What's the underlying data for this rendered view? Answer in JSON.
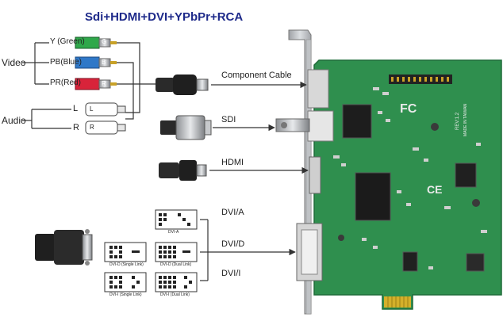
{
  "title": "Sdi+HDMI+DVI+YPbPr+RCA",
  "groups": {
    "video": "Video",
    "audio": "Audio"
  },
  "component_channels": [
    {
      "label": "Y (Green)",
      "color": "#2fa84a",
      "plug_letter": "G"
    },
    {
      "label": "PB(Blue)",
      "color": "#2f78c8",
      "plug_letter": "B"
    },
    {
      "label": "PR(Red)",
      "color": "#d8233a",
      "plug_letter": "R"
    }
  ],
  "audio_channels": [
    {
      "label": "L",
      "plug_letter": "L"
    },
    {
      "label": "R",
      "plug_letter": "R"
    }
  ],
  "connections": {
    "component": "Component Cable",
    "sdi": "SDI",
    "hdmi": "HDMI",
    "dvi_a": "DVI/A",
    "dvi_d": "DVI/D",
    "dvi_i": "DVI/I"
  },
  "dvi_pin_captions": {
    "dvi_a": "DVI-A",
    "dvi_d_single": "DVI-D (Single Link)",
    "dvi_d_dual": "DVI-D (Dual Link)",
    "dvi_i_single": "DVI-I (Single Link)",
    "dvi_i_dual": "DVI-I (Dual Link)"
  },
  "board_markings": {
    "fcc": "FC",
    "ce": "CE",
    "revision": "REV:1.2",
    "origin": "MADE IN TAIWAN"
  },
  "colors": {
    "title": "#1e2a8a",
    "pcb": "#2f8f4e",
    "pcb_dark": "#1f6b38",
    "bracket": "#b9bcc0",
    "gold": "#d4b02a",
    "arrow": "#333333"
  }
}
